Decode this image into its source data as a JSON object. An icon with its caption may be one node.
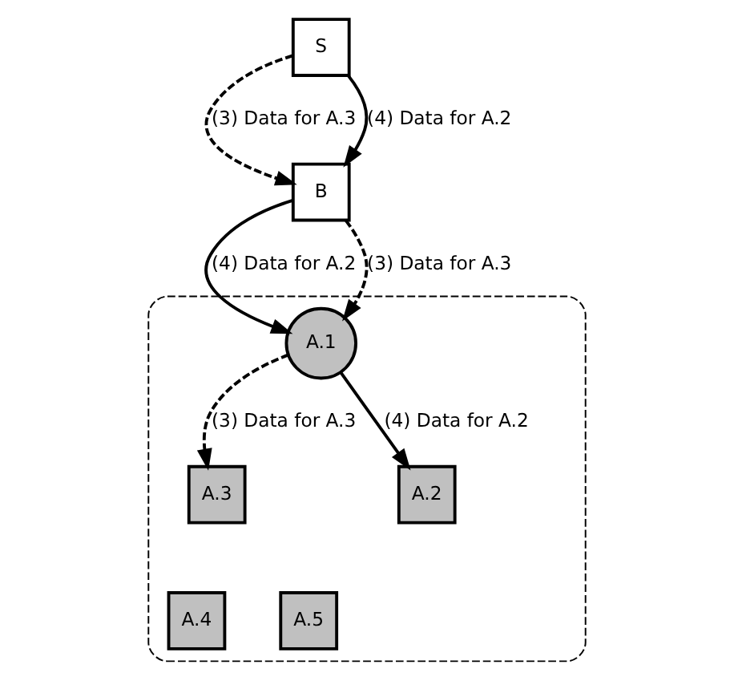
{
  "diagram": {
    "nodes": [
      {
        "text": [
          "S"
        ]
      },
      {
        "text": [
          "B"
        ]
      },
      {
        "text": [],
        "shape": "cloud"
      },
      {
        "text": [
          "A.1"
        ],
        "in": 2
      },
      {
        "text": [
          "A.3"
        ],
        "in": 2
      },
      {
        "text": [
          "A.2"
        ],
        "in": 2
      },
      {
        "text": [
          "A.4"
        ],
        "in": 2
      },
      {
        "text": [
          "A.5"
        ],
        "in": 2
      }
    ],
    "edges": [
      {
        "from": 0,
        "to": 1,
        "arrow": "to",
        "label": "(3) Data for A.3",
        "style": "dashed"
      },
      {
        "from": 0,
        "to": 1,
        "arrow": "to",
        "label": "(4) Data for A.2"
      },
      {
        "from": 1,
        "to": 3,
        "arrow": "to",
        "label": "(4) Data for A.2"
      },
      {
        "from": 1,
        "to": 3,
        "arrow": "to",
        "label": "(3) Data for A.3",
        "style": "dashed"
      },
      {
        "from": 3,
        "to": 5,
        "arrow": "to",
        "label": "(4) Data for A.2"
      },
      {
        "from": 3,
        "to": 4,
        "arrow": "to",
        "label": "(3) Data for A.3",
        "style": "dashed"
      }
    ]
  }
}
